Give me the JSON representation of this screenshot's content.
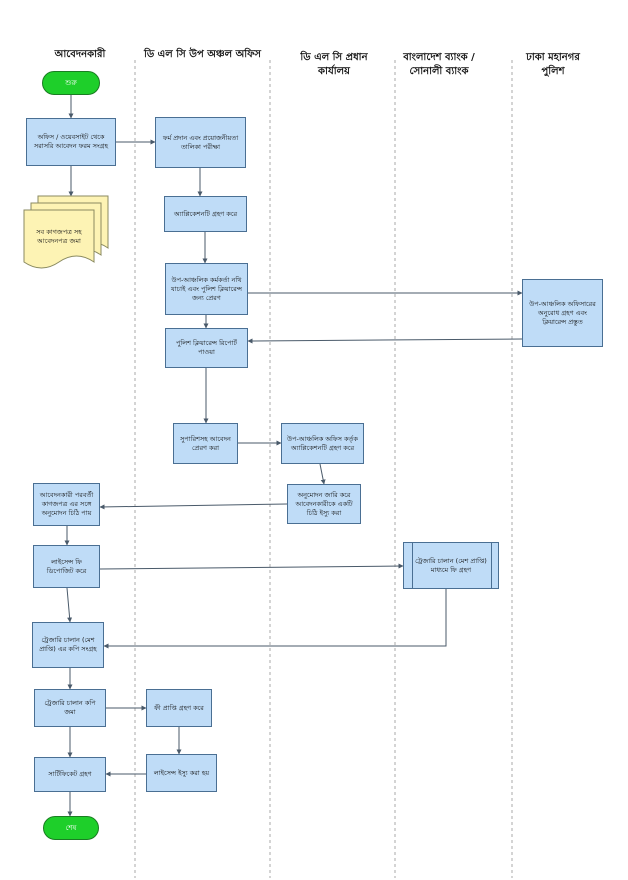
{
  "lanes": [
    "আবেদনকারী",
    "ডি এল সি উপ অঞ্চল অফিস",
    "ডি এল সি প্রধান কার্যালয়",
    "বাংলাদেশ ব্যাংক / সোনালী ব্যাংক",
    "ঢাকা মহানগর পুলিশ"
  ],
  "nodes": {
    "start": "শুরু",
    "collect_form": "অফিস / ওয়েবসাইট থেকে সরাসরি আবেদন ফরম সংগ্রহ",
    "submit_docs": "সব কাগজপত্র সহ আবেদনপত্র জমা",
    "verify_docs": "ফর্ম প্রদান এবং প্রয়োজনীয়তা তালিকা পরীক্ষা",
    "accept_app": "অ্যাপ্লিকেশনটি গ্রহণ করে",
    "send_clearance": "উপ-আঞ্চলিক কর্মকর্তা নথি যাচাই এবং পুলিশ ক্লিয়ারেন্স জন্য প্রেরণ",
    "police_prepare": "উপ-আঞ্চলিক অফিসারের অনুরোধ গ্রহণ এবং ক্লিয়ারেন্স প্রস্তুত",
    "police_report": "পুলিশ ক্লিয়ারেন্স রিপোর্ট পাওয়া",
    "forward_app": "সুপারিশসহ আবেদন প্রেরণ করা",
    "regional_accept": "উপ-আঞ্চলিক অফিস কর্তৃক অ্যাপ্লিকেশনটি গ্রহণ করে",
    "approve_letter": "অনুমোদন জারি করে আবেদনকারীকে একটি চিঠি ইস্যু করা",
    "receive_letter": "আবেদনকারী পরবর্তী কাগজপত্র এর সঙ্গে অনুমোদন চিঠি পায়",
    "license_fee": "লাইসেন্স ফি ডিপোজিট করে",
    "bank_challan": "ট্রেজারি চালান (মেশ প্রাপ্তি) মাধ্যমে ফি গ্রহণ",
    "challan_copy": "ট্রেজারি চালান (মেশ প্রাপ্তি) এর কপি সংগ্রহ",
    "submit_challan": "ট্রেজারি চালান কপি জমা",
    "receive_fee": "ফী প্রাপ্তি গ্রহণ করে",
    "issue_license": "লাইসেন্স ইস্যু করা হয়",
    "certificate": "সার্টিফিকেট গ্রহণ",
    "end": "শেষ"
  },
  "edges": [
    [
      "start",
      "collect_form"
    ],
    [
      "collect_form",
      "submit_docs"
    ],
    [
      "collect_form",
      "verify_docs"
    ],
    [
      "verify_docs",
      "accept_app"
    ],
    [
      "accept_app",
      "send_clearance"
    ],
    [
      "send_clearance",
      "police_prepare"
    ],
    [
      "send_clearance",
      "police_report"
    ],
    [
      "police_prepare",
      "police_report"
    ],
    [
      "police_report",
      "forward_app"
    ],
    [
      "forward_app",
      "regional_accept"
    ],
    [
      "regional_accept",
      "approve_letter"
    ],
    [
      "approve_letter",
      "receive_letter"
    ],
    [
      "receive_letter",
      "license_fee"
    ],
    [
      "license_fee",
      "bank_challan"
    ],
    [
      "license_fee",
      "challan_copy"
    ],
    [
      "bank_challan",
      "challan_copy"
    ],
    [
      "challan_copy",
      "submit_challan"
    ],
    [
      "submit_challan",
      "receive_fee"
    ],
    [
      "submit_challan",
      "certificate"
    ],
    [
      "receive_fee",
      "issue_license"
    ],
    [
      "issue_license",
      "certificate"
    ],
    [
      "certificate",
      "end"
    ]
  ],
  "colors": {
    "box_fill": "#bfdcf7",
    "box_border": "#4a6f93",
    "terminal_fill": "#1ecf2a",
    "document_fill": "#fdf3b4",
    "line": "#4a5a6a",
    "lane_divider": "#a8a8a8"
  }
}
